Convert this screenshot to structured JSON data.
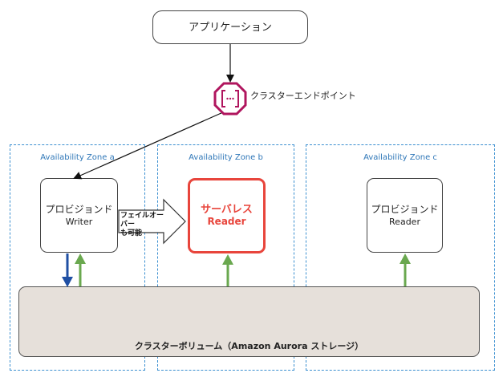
{
  "application": {
    "label": "アプリケーション"
  },
  "endpoint": {
    "label": "クラスターエンドポイント"
  },
  "zones": [
    {
      "label": "Availability Zone a"
    },
    {
      "label": "Availability Zone b"
    },
    {
      "label": "Availability Zone c"
    }
  ],
  "nodes": {
    "writer": {
      "line1": "プロビジョンド",
      "line2": "Writer"
    },
    "serverless": {
      "line1": "サーバレス",
      "line2": "Reader"
    },
    "reader": {
      "line1": "プロビジョンド",
      "line2": "Reader"
    }
  },
  "failover": {
    "line1": "フェイルオーバー",
    "line2": "も可能"
  },
  "storage": {
    "label": "クラスターボリューム（Amazon Aurora ストレージ）"
  },
  "colors": {
    "zone_border": "#3a8fd0",
    "zone_text": "#2f77b8",
    "serverless_accent": "#e8453c",
    "endpoint_icon": "#b0155e",
    "write_arrow": "#1f4fa3",
    "read_arrow": "#6aa84f",
    "storage_fill": "#e6e0da"
  }
}
